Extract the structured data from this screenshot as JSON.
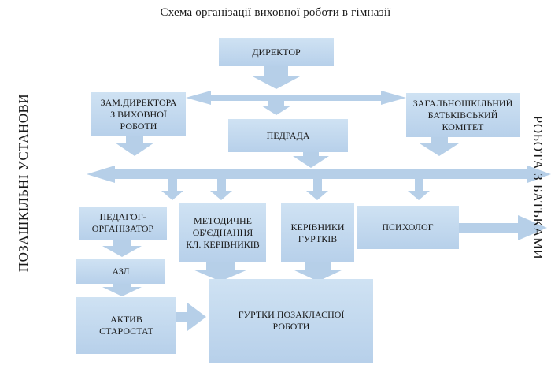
{
  "title": "Схема організації виховної роботи в гімназії",
  "left_label": "ПОЗАШКІЛЬНІ УСТАНОВИ",
  "right_label": "РОБОТА З БАТЬКАМИ",
  "boxes": {
    "director": "ДИРЕКТОР",
    "deputy": "ЗАМ.ДИРЕКТОРА\nЗ ВИХОВНОЇ РОБОТИ",
    "parents_committee": "ЗАГАЛЬНОШКІЛЬНИЙ\nБАТЬКІВСЬКИЙ КОМІТЕТ",
    "pedrada": "ПЕДРАДА",
    "organizer": "ПЕДАГОГ-\nОРГАНІЗАТОР",
    "methodical": "МЕТОДИЧНЕ\nОБ'ЄДНАННЯ\nКЛ. КЕРІВНИКІВ",
    "club_leaders": "КЕРІВНИКИ\nГУРТКІВ",
    "psychologist": "ПСИХОЛОГ",
    "azl": "АЗЛ",
    "activists": "АКТИВ\nСТАРОСТАТ",
    "clubs": "ГУРТКИ ПОЗАКЛАСНОЇ\nРОБОТИ"
  },
  "colors": {
    "box": "#bcd4ec",
    "arrow": "#b6cfe8"
  }
}
